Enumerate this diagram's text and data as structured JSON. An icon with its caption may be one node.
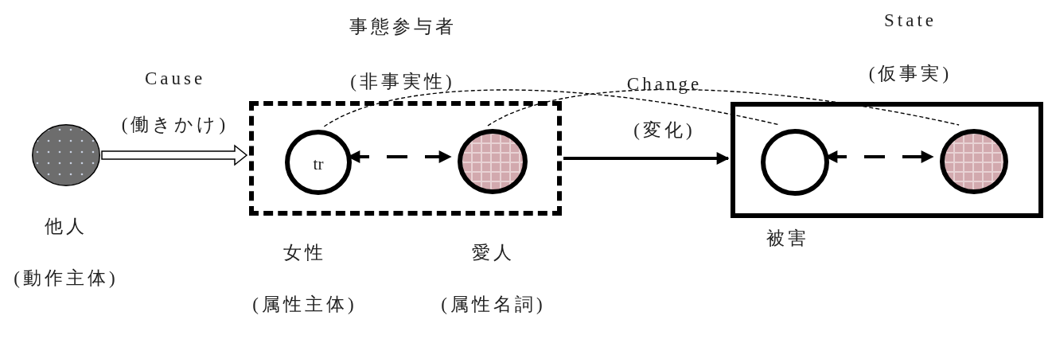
{
  "diagram": {
    "nodes": [
      {
        "text": [],
        "shape": "circle",
        "beside": [
          "他人",
          "(動作主体)"
        ]
      },
      {
        "text": [
          "事態参与者",
          "(非事実性)"
        ]
      },
      {
        "text": [
          "tr"
        ],
        "in": 1,
        "beside": [
          "女性",
          "(属性主体)"
        ]
      },
      {
        "text": [],
        "shape": "circle",
        "in": 1,
        "beside": [
          "愛人",
          "(属性名詞)"
        ]
      },
      {
        "text": [
          "State",
          "(仮事実)"
        ]
      },
      {
        "text": [],
        "shape": "circle",
        "in": 4,
        "beside": [
          "被害"
        ]
      },
      {
        "text": [],
        "shape": "circle",
        "in": 4
      }
    ],
    "edges": [
      {
        "from": 0,
        "to": 1,
        "arrow": "to",
        "label": "Cause (働きかけ)"
      },
      {
        "from": 2,
        "to": 3,
        "arrow": "both",
        "style": "dashed"
      },
      {
        "from": 1,
        "to": 4,
        "arrow": "to",
        "label": "Change (変化)"
      },
      {
        "from": 5,
        "to": 6,
        "arrow": "both",
        "style": "dashed"
      },
      {
        "from": 2,
        "to": 5,
        "arrow": "none",
        "style": "dashed"
      },
      {
        "from": 3,
        "to": 6,
        "arrow": "none",
        "style": "dashed"
      }
    ]
  }
}
